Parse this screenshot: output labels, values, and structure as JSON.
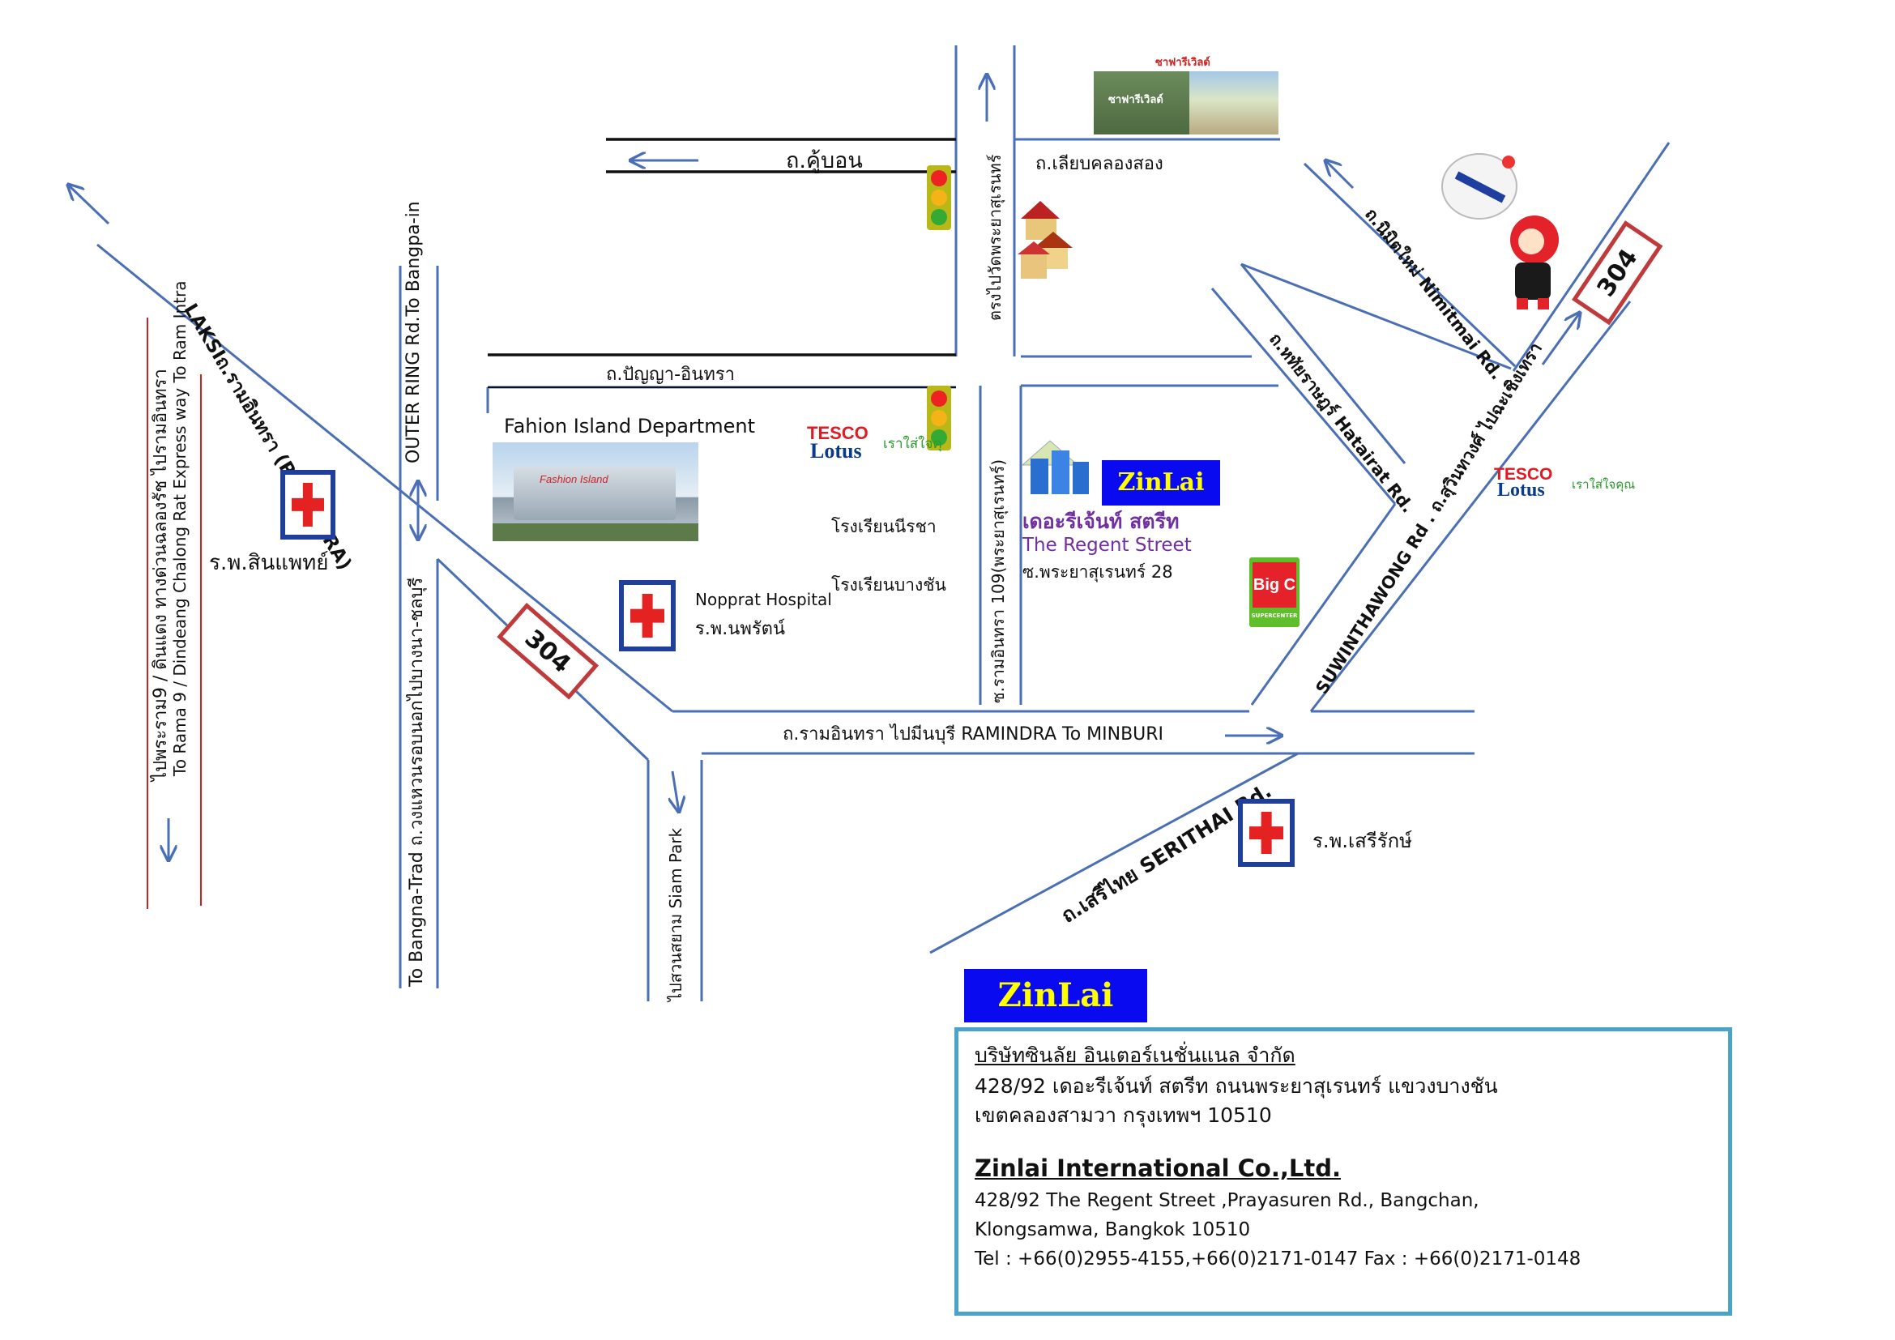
{
  "colors": {
    "road": "#4a6fb5",
    "black_road": "#111111",
    "red_line": "#cc2222",
    "hospital_cross": "#e52222",
    "hospital_border": "#1f3f9a",
    "route_border": "#c0393b",
    "zinlai_bg": "#0a0af0",
    "zinlai_text": "#ffff00",
    "info_border": "#4aa3c8",
    "regent_text": "#7030a0"
  },
  "roads": {
    "khubon": "ถ.คู้บอน",
    "liap_khlong_song": "ถ.เลียบคลองสอง",
    "panya_inthra": "ถ.ปัญญา-อินทรา",
    "ramindra_diag": "LAKSIถ.รามอินทรา (RAMINDRA)",
    "outer_ring": "OUTER RING Rd.To Bangpa-in",
    "outer_ring_lower": "To Bangna-Trad ถ.วงแหวนรอบนอกไปบางนา-ชลบุรี",
    "expressway_th": "ไปพระราม9 / ดินแดง ทางด่วนฉลองรัช ไปรามอินทรา",
    "expressway_en": "To Rama 9 / Dindeang Chalong Rat Express way To Ram Intra",
    "siam_park": "ไปสวนสยาม Siam Park",
    "soi_109": "ซ.รามอินทรา 109(พระยาสุเรนทร์)",
    "to_wat_phraya": "ตรงไปวัดพระยาสุเรนทร์",
    "ramindra_minburi": "ถ.รามอินทรา ไปมีนบุรี RAMINDRA To MINBURI",
    "serithai": "ถ.เสรีไทย SERITHAI Rd.",
    "suwinthawong": "SUWINTHAWONG Rd . ถ.สุวินทวงศ์ ไปฉะเชิงเทรา",
    "hathairat": "ถ.หทัยราษฎร์ Hatairat Rd.",
    "nimitmai": "ถ.นิมิตใหม่ Nimitmai Rd."
  },
  "routes": {
    "route_left": "304",
    "route_right": "304"
  },
  "landmarks": {
    "fashion_island": "Fahion Island Department",
    "fashion_island_sign": "Fashion Island",
    "tesco_1": "TESCO",
    "tesco_2": "Lotus",
    "tesco_slogan": "เราใส่ใจคุณ",
    "tesco_slogan_short": "เราใส่ใจคุ",
    "school_nirucha": "โรงเรียนนีรชา",
    "school_bangchan": "โรงเรียนบางชัน",
    "nopprat_en": "Nopprat Hospital",
    "nopprat_th": "ร.พ.นพรัตน์",
    "sinpat": "ร.พ.สินแพทย์",
    "serirak": "ร.พ.เสรีรักษ์",
    "safari_title": "ซาฟารีเวิลด์",
    "safari_sign": "ซาฟารีเวิลด์",
    "regent_th": "เดอะรีเจ้นท์ สตรีท",
    "regent_en": "The Regent Street",
    "regent_soi": "ซ.พระยาสุเรนทร์ 28",
    "bigc": "Big C",
    "bigc_sub": "SUPERCENTER",
    "zinlai_map": "ZinLai"
  },
  "info": {
    "badge": "ZinLai",
    "th_company": "บริษัทซินลัย อินเตอร์เนชั่นแนล จำกัด",
    "th_address_1": "428/92 เดอะรีเจ้นท์ สตรีท ถนนพระยาสุเรนทร์ แขวงบางชัน",
    "th_address_2": "เขตคลองสามวา กรุงเทพฯ 10510",
    "en_company": "Zinlai International Co.,Ltd.",
    "en_address_1": "428/92 The Regent Street ,Prayasuren Rd., Bangchan,",
    "en_address_2": "Klongsamwa, Bangkok 10510",
    "contact": "Tel : +66(0)2955-4155,+66(0)2171-0147  Fax : +66(0)2171-0148"
  }
}
